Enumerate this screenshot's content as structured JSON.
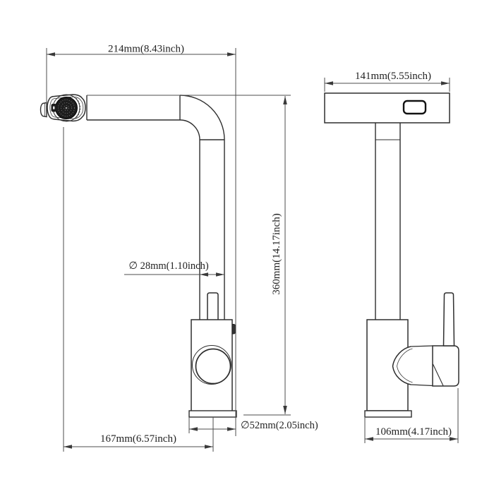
{
  "drawing_type": "faucet-dimension-diagram",
  "colors": {
    "background": "#ffffff",
    "outline": "#2e2e2e",
    "dimension_line": "#4d4d4d",
    "dark_fill": "#1d1d1d"
  },
  "dimensions": {
    "spout_reach": "214mm(8.43inch)",
    "total_height": "360mm(14.17inch)",
    "pipe_diameter": "∅ 28mm(1.10inch)",
    "base_diameter": "∅52mm(2.05inch)",
    "head_to_center": "167mm(6.57inch)",
    "front_width": "141mm(5.55inch)",
    "side_depth": "106mm(4.17inch)"
  }
}
